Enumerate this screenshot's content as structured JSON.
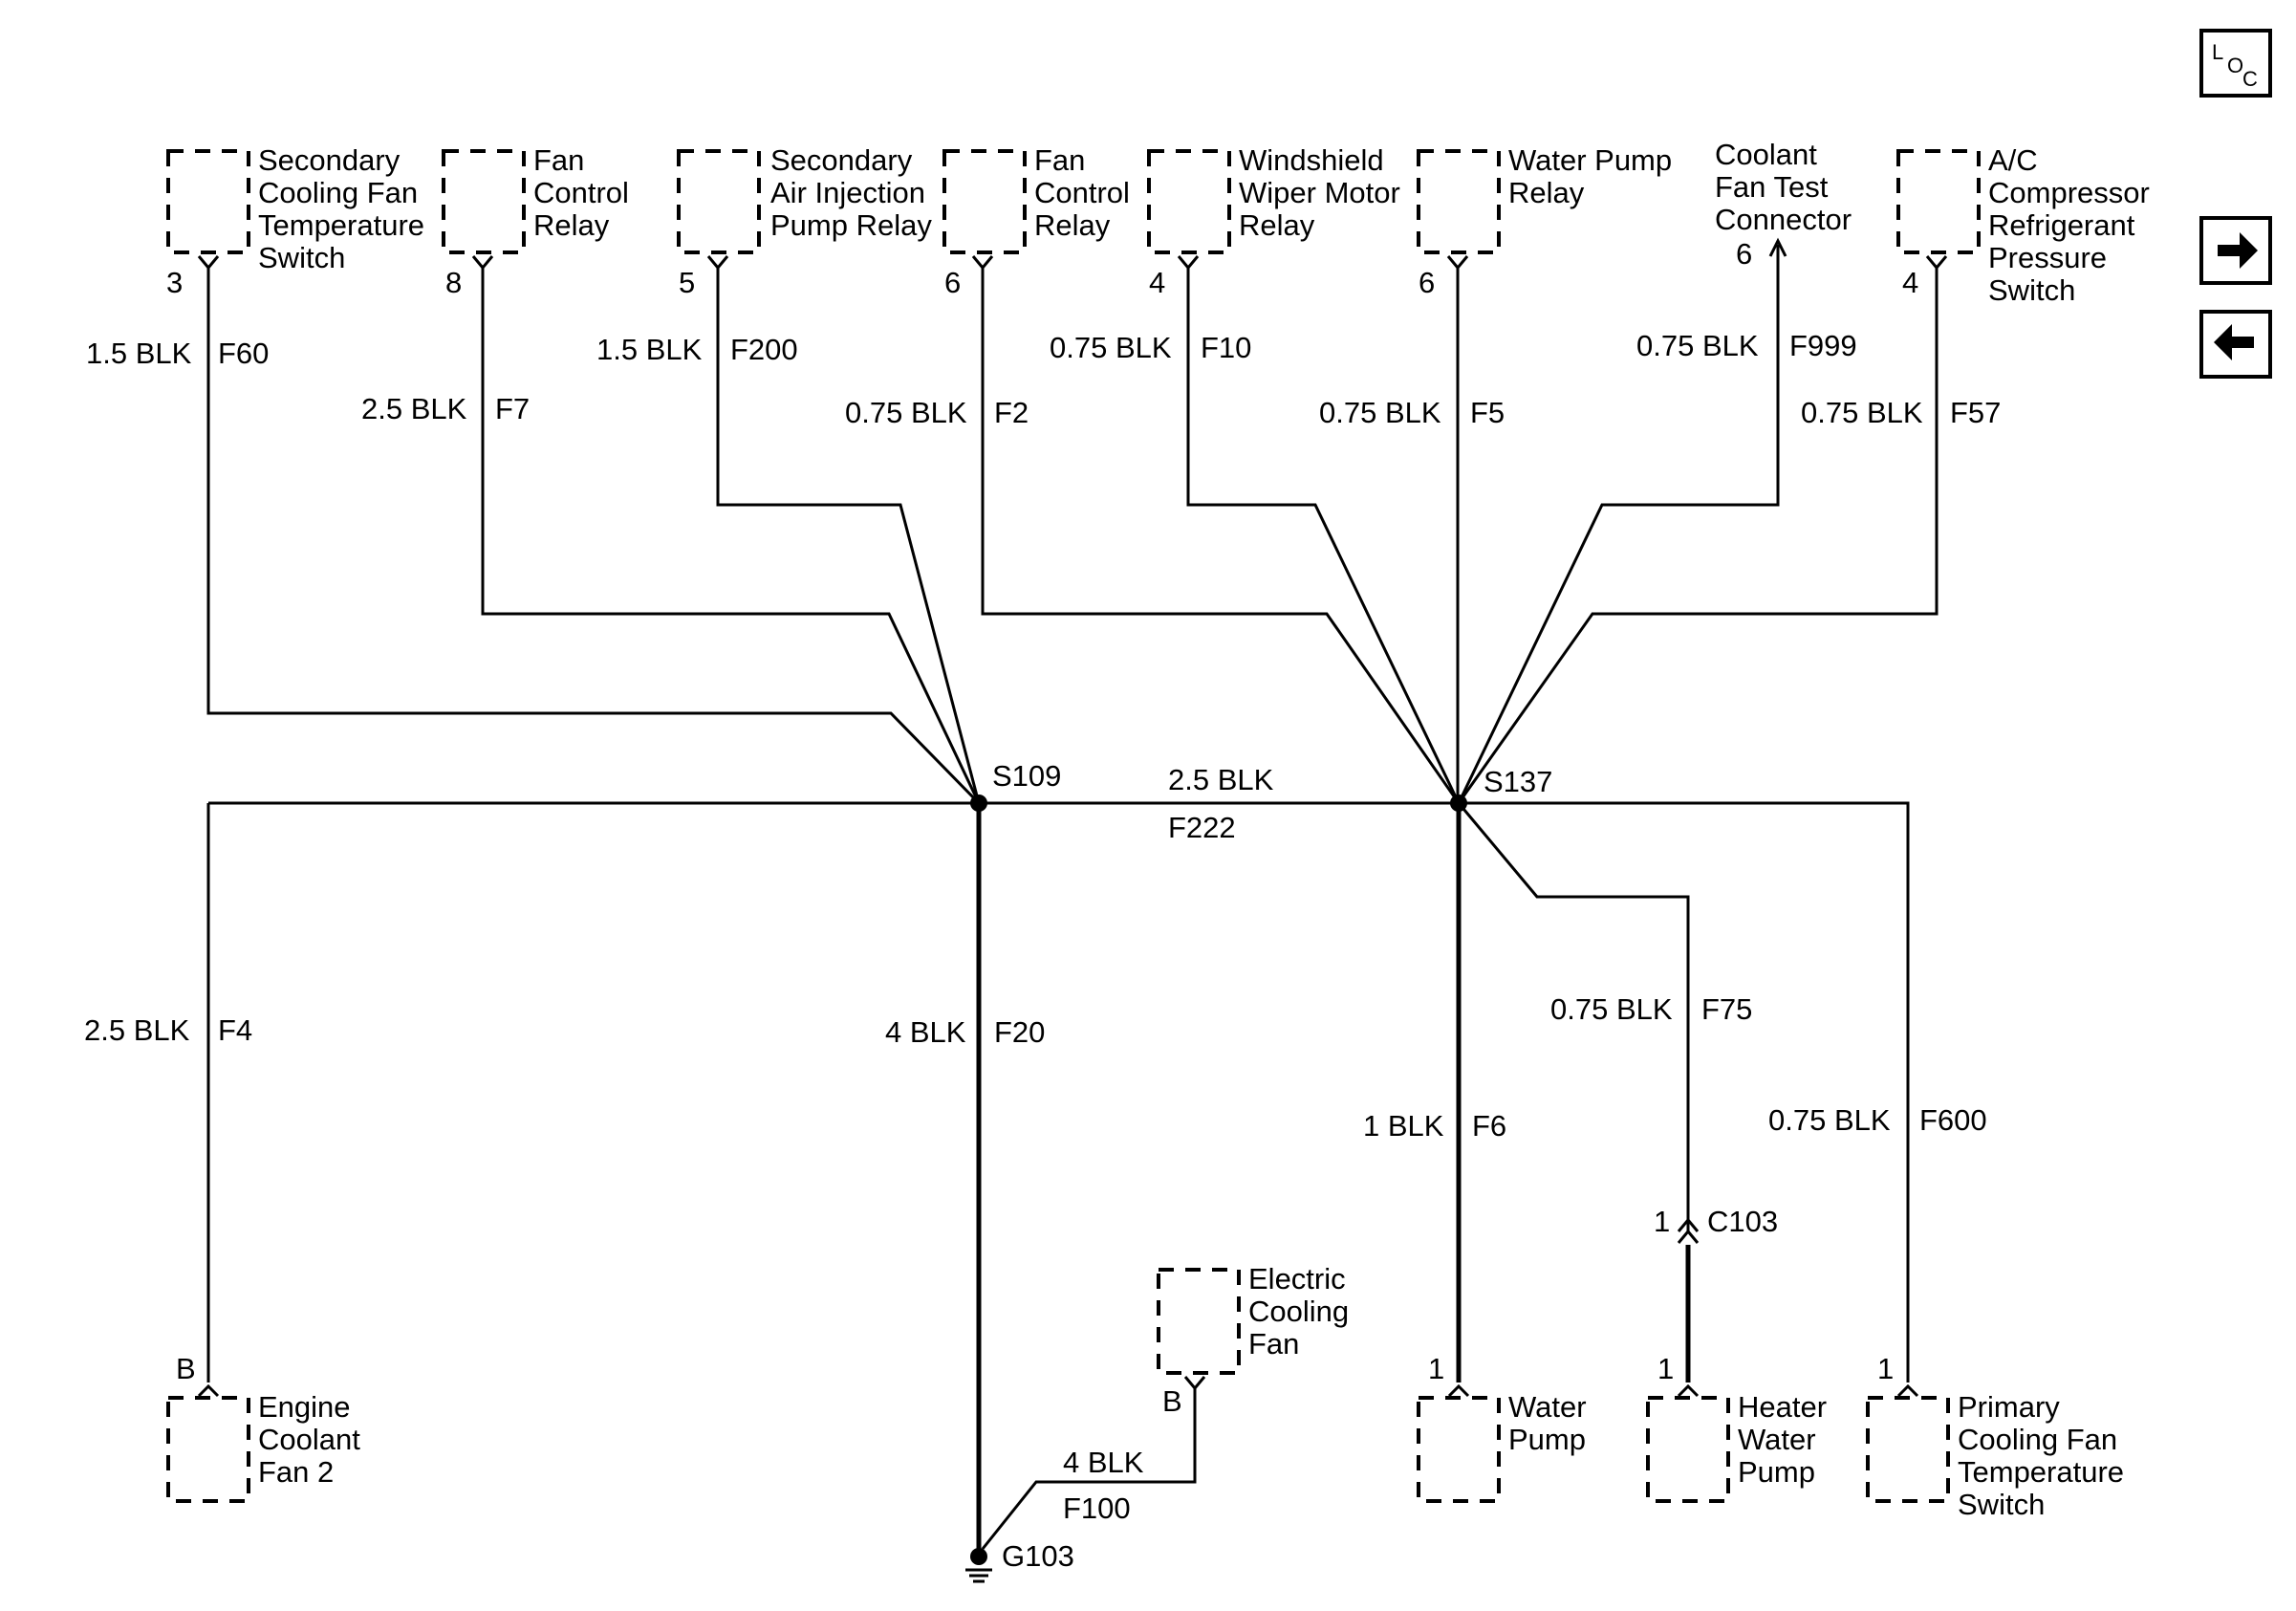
{
  "nav": {
    "loc_l": "L",
    "loc_o": "O",
    "loc_c": "C",
    "next_icon": "arrow-right-icon",
    "prev_icon": "arrow-left-icon"
  },
  "components": {
    "sec_fan_temp_switch": {
      "lines": [
        "Secondary",
        "Cooling Fan",
        "Temperature",
        "Switch"
      ],
      "pin": "3"
    },
    "fan_control_relay_a": {
      "lines": [
        "Fan",
        "Control",
        "Relay"
      ],
      "pin": "8"
    },
    "sec_air_pump_relay": {
      "lines": [
        "Secondary",
        "Air Injection",
        "Pump Relay"
      ],
      "pin": "5"
    },
    "fan_control_relay_b": {
      "lines": [
        "Fan",
        "Control",
        "Relay"
      ],
      "pin": "6"
    },
    "wiper_motor_relay": {
      "lines": [
        "Windshield",
        "Wiper Motor",
        "Relay"
      ],
      "pin": "4"
    },
    "water_pump_relay": {
      "lines": [
        "Water Pump",
        "Relay"
      ],
      "pin": "6"
    },
    "coolant_fan_test_conn": {
      "lines": [
        "Coolant",
        "Fan Test",
        "Connector"
      ],
      "pin": "6"
    },
    "ac_pressure_switch": {
      "lines": [
        "A/C",
        "Compressor",
        "Refrigerant",
        "Pressure",
        "Switch"
      ],
      "pin": "4"
    },
    "engine_coolant_fan2": {
      "lines": [
        "Engine",
        "Coolant",
        "Fan 2"
      ],
      "pin": "B"
    },
    "electric_cooling_fan": {
      "lines": [
        "Electric",
        "Cooling",
        "Fan"
      ],
      "pin": "B"
    },
    "water_pump": {
      "lines": [
        "Water",
        "Pump"
      ],
      "pin": "1"
    },
    "heater_water_pump": {
      "lines": [
        "Heater",
        "Water",
        "Pump"
      ],
      "pin": "1"
    },
    "primary_fan_temp_switch": {
      "lines": [
        "Primary",
        "Cooling Fan",
        "Temperature",
        "Switch"
      ],
      "pin": "1"
    }
  },
  "wires": {
    "f60": {
      "gauge": "1.5 BLK",
      "circuit": "F60"
    },
    "f7": {
      "gauge": "2.5 BLK",
      "circuit": "F7"
    },
    "f200": {
      "gauge": "1.5 BLK",
      "circuit": "F200"
    },
    "f2": {
      "gauge": "0.75 BLK",
      "circuit": "F2"
    },
    "f10": {
      "gauge": "0.75 BLK",
      "circuit": "F10"
    },
    "f5": {
      "gauge": "0.75 BLK",
      "circuit": "F5"
    },
    "f999": {
      "gauge": "0.75 BLK",
      "circuit": "F999"
    },
    "f57": {
      "gauge": "0.75 BLK",
      "circuit": "F57"
    },
    "f222": {
      "gauge": "2.5 BLK",
      "circuit": "F222"
    },
    "f4": {
      "gauge": "2.5 BLK",
      "circuit": "F4"
    },
    "f20": {
      "gauge": "4 BLK",
      "circuit": "F20"
    },
    "f75": {
      "gauge": "0.75 BLK",
      "circuit": "F75"
    },
    "f6": {
      "gauge": "1 BLK",
      "circuit": "F6"
    },
    "f600": {
      "gauge": "0.75 BLK",
      "circuit": "F600"
    },
    "f100": {
      "gauge": "4 BLK",
      "circuit": "F100"
    }
  },
  "splices": {
    "s109": "S109",
    "s137": "S137"
  },
  "connector": {
    "name": "C103",
    "pin": "1"
  },
  "ground": {
    "name": "G103"
  }
}
